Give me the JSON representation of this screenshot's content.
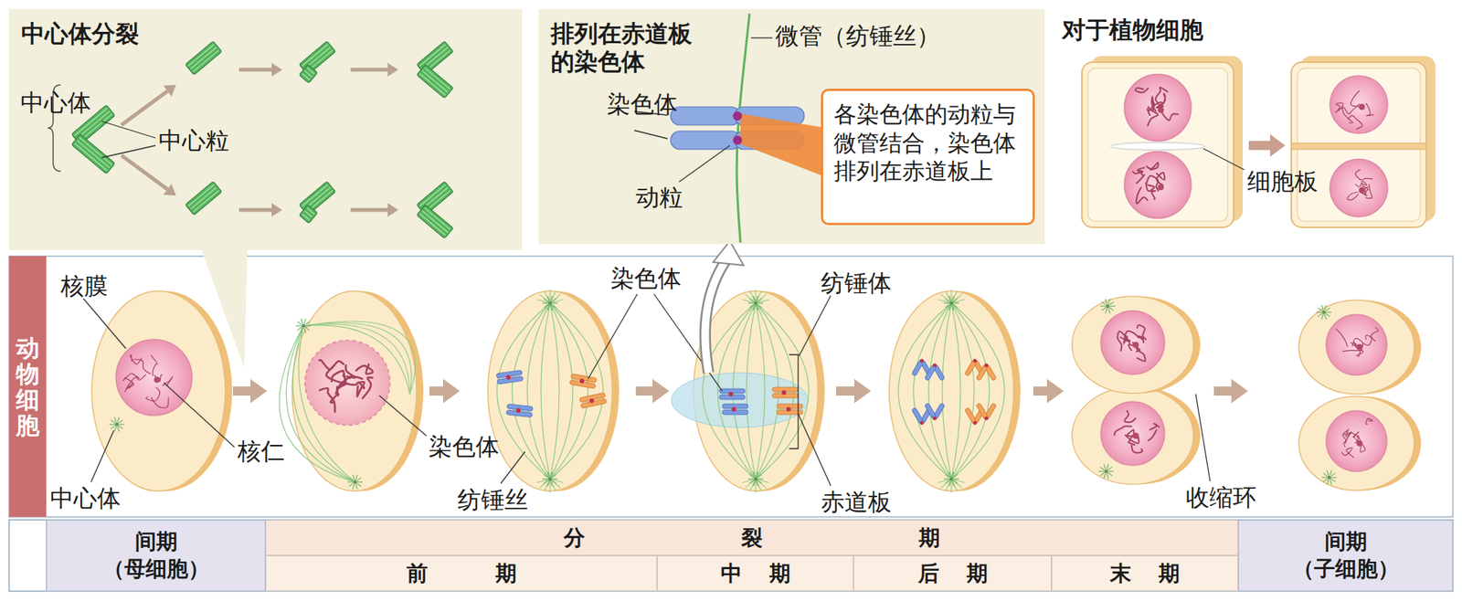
{
  "diagram": {
    "nodes": [
      {
        "text": [
          "中心体分裂"
        ]
      },
      {
        "text": [
          "排列在赤道板的染色体"
        ]
      },
      {
        "text": [
          "各染色体的动粒与微管结合，染色体排列在赤道板上"
        ],
        "in": 1
      },
      {
        "text": [
          "动物细胞"
        ]
      },
      {
        "text": [
          "间期 （母细胞）"
        ]
      },
      {
        "text": [
          "分裂期"
        ]
      },
      {
        "text": [
          "前期"
        ]
      },
      {
        "text": [
          "中期"
        ]
      },
      {
        "text": [
          "后期"
        ]
      },
      {
        "text": [
          "末期"
        ]
      },
      {
        "text": [
          "间期 （子细胞）"
        ]
      }
    ],
    "labels": [
      "中心体",
      "中心粒",
      "微管（纺锤丝）",
      "染色体",
      "动粒",
      "对于植物细胞",
      "细胞板",
      "核膜",
      "核仁",
      "中心体",
      "染色体",
      "纺锤丝",
      "染色体",
      "纺锤体",
      "赤道板",
      "收缩环"
    ]
  }
}
